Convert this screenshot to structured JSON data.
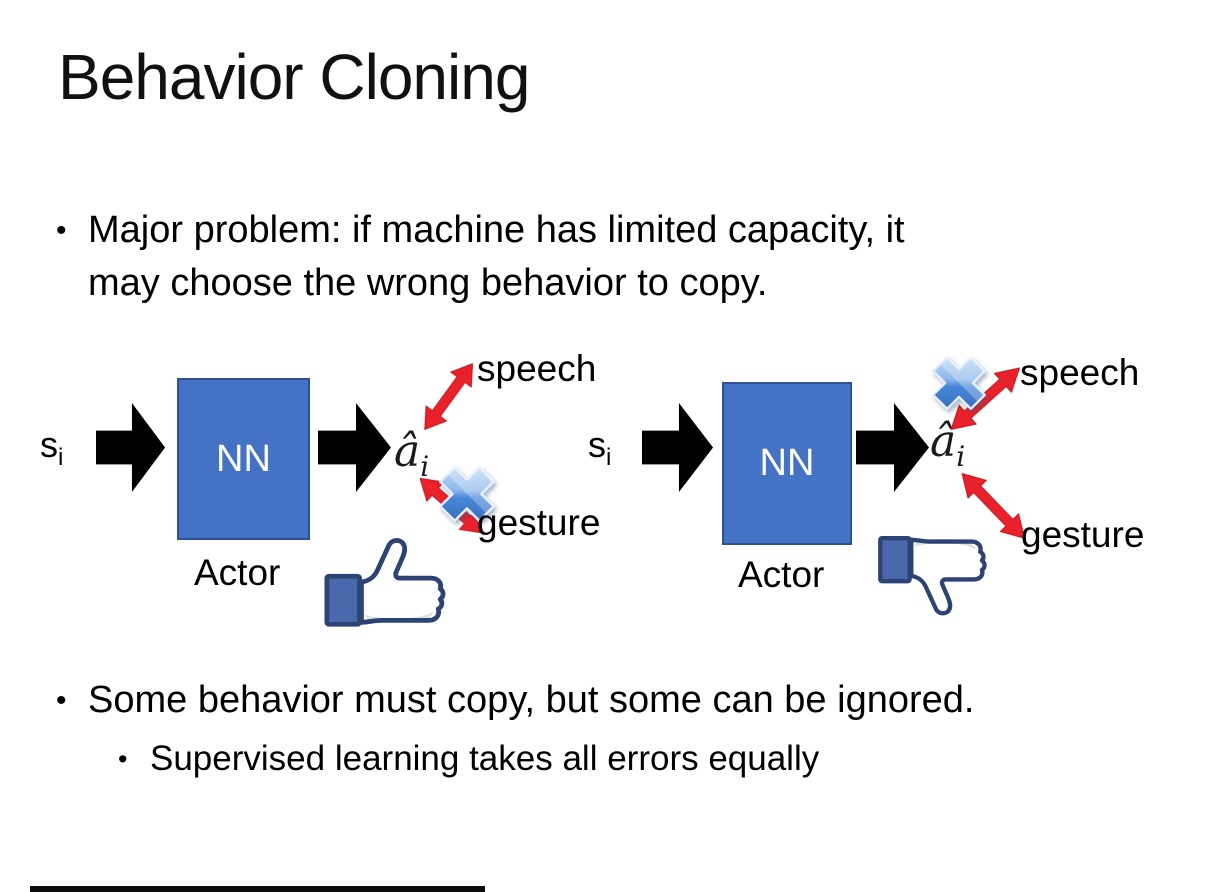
{
  "title": "Behavior Cloning",
  "bullets": {
    "marker": "•",
    "main1_line1": "Major problem: if machine has limited capacity, it",
    "main1_line2": "may choose the wrong behavior to copy.",
    "main2": "Some behavior must copy, but some can be ignored.",
    "sub1": "Supervised learning takes all errors equally"
  },
  "diagrams": {
    "left": {
      "input": "s",
      "input_sub": "i",
      "box": "NN",
      "output": "â",
      "output_sub": "i",
      "box_caption": "Actor",
      "action_top": "speech",
      "action_bottom": "gesture",
      "crossed_action": "gesture",
      "feedback_icon": "thumbs-up"
    },
    "right": {
      "input": "s",
      "input_sub": "i",
      "box": "NN",
      "output": "â",
      "output_sub": "i",
      "box_caption": "Actor",
      "action_top": "speech",
      "action_bottom": "gesture",
      "crossed_action": "speech",
      "feedback_icon": "thumbs-down"
    }
  },
  "colors": {
    "nn_box_fill": "#4472C4",
    "nn_box_border": "#2F528F",
    "black_arrow": "#000000",
    "red_arrow": "#E8212B",
    "cross_blue": "#4A86D8",
    "thumb_navy": "#2D4373",
    "thumb_cuff_fill": "#4A69AD",
    "text": "#000000",
    "background": "#FFFFFF"
  }
}
